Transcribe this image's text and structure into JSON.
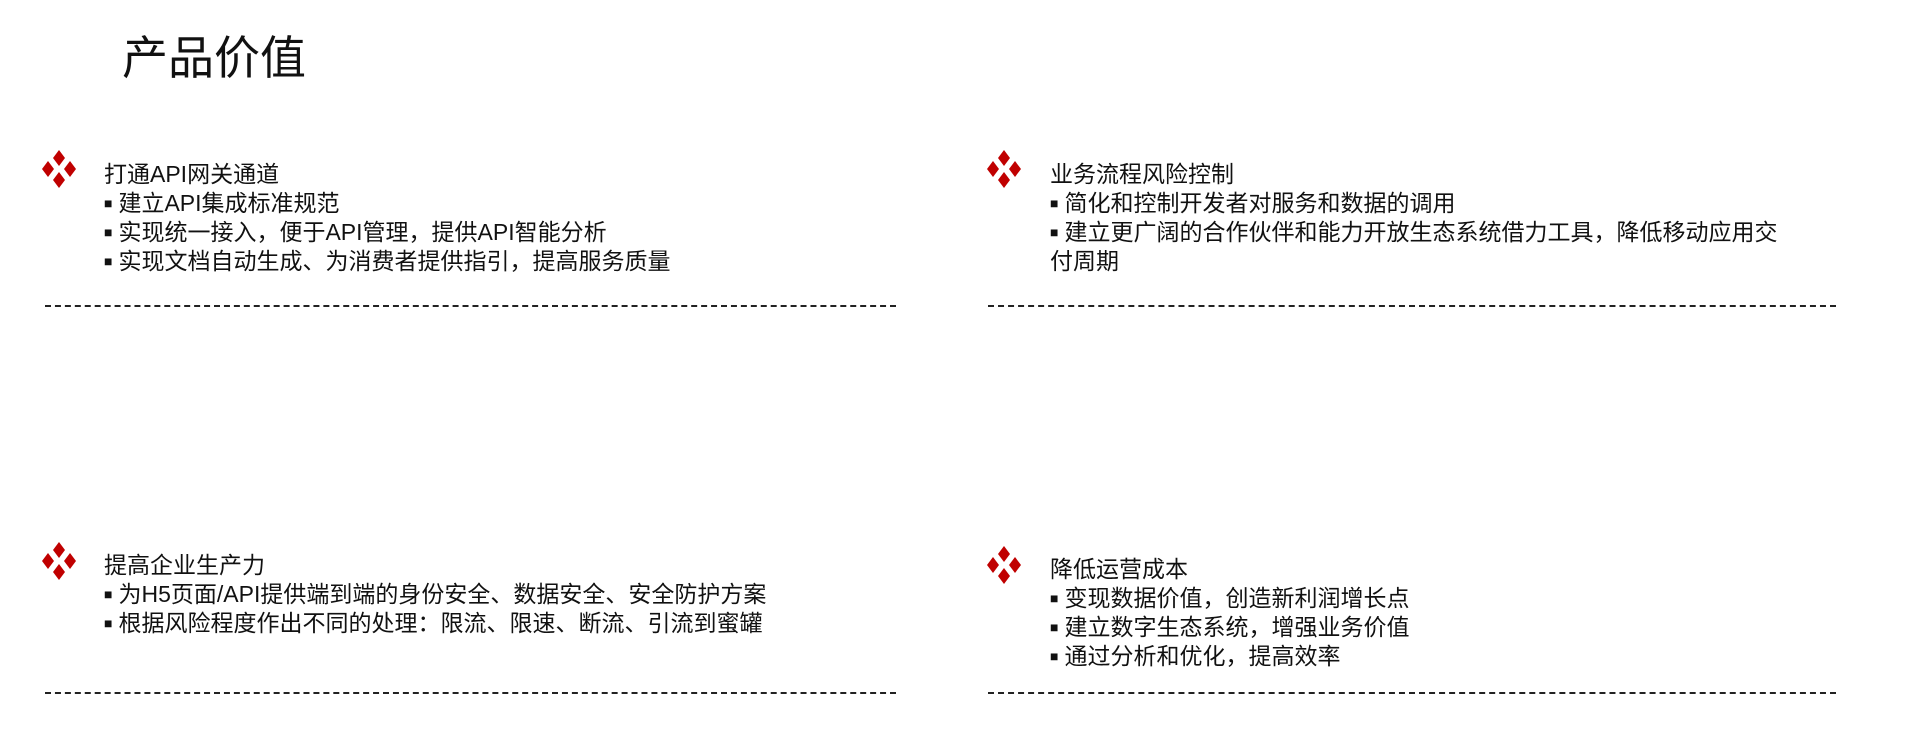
{
  "title": "产品价值",
  "accent_color": "#c00000",
  "sections": [
    {
      "heading": "打通API网关通道",
      "items": [
        "建立API集成标准规范",
        "实现统一接入，便于API管理，提供API智能分析",
        "实现文档自动生成、为消费者提供指引，提高服务质量"
      ]
    },
    {
      "heading": "业务流程风险控制",
      "items": [
        "简化和控制开发者对服务和数据的调用",
        "建立更广阔的合作伙伴和能力开放生态系统借力工具，降低移动应用交付周期"
      ]
    },
    {
      "heading": "提高企业生产力",
      "items": [
        "为H5页面/API提供端到端的身份安全、数据安全、安全防护方案",
        "根据风险程度作出不同的处理：限流、限速、断流、引流到蜜罐"
      ]
    },
    {
      "heading": "降低运营成本",
      "items": [
        "变现数据价值，创造新利润增长点",
        "建立数字生态系统，增强业务价值",
        "通过分析和优化，提高效率"
      ]
    }
  ]
}
